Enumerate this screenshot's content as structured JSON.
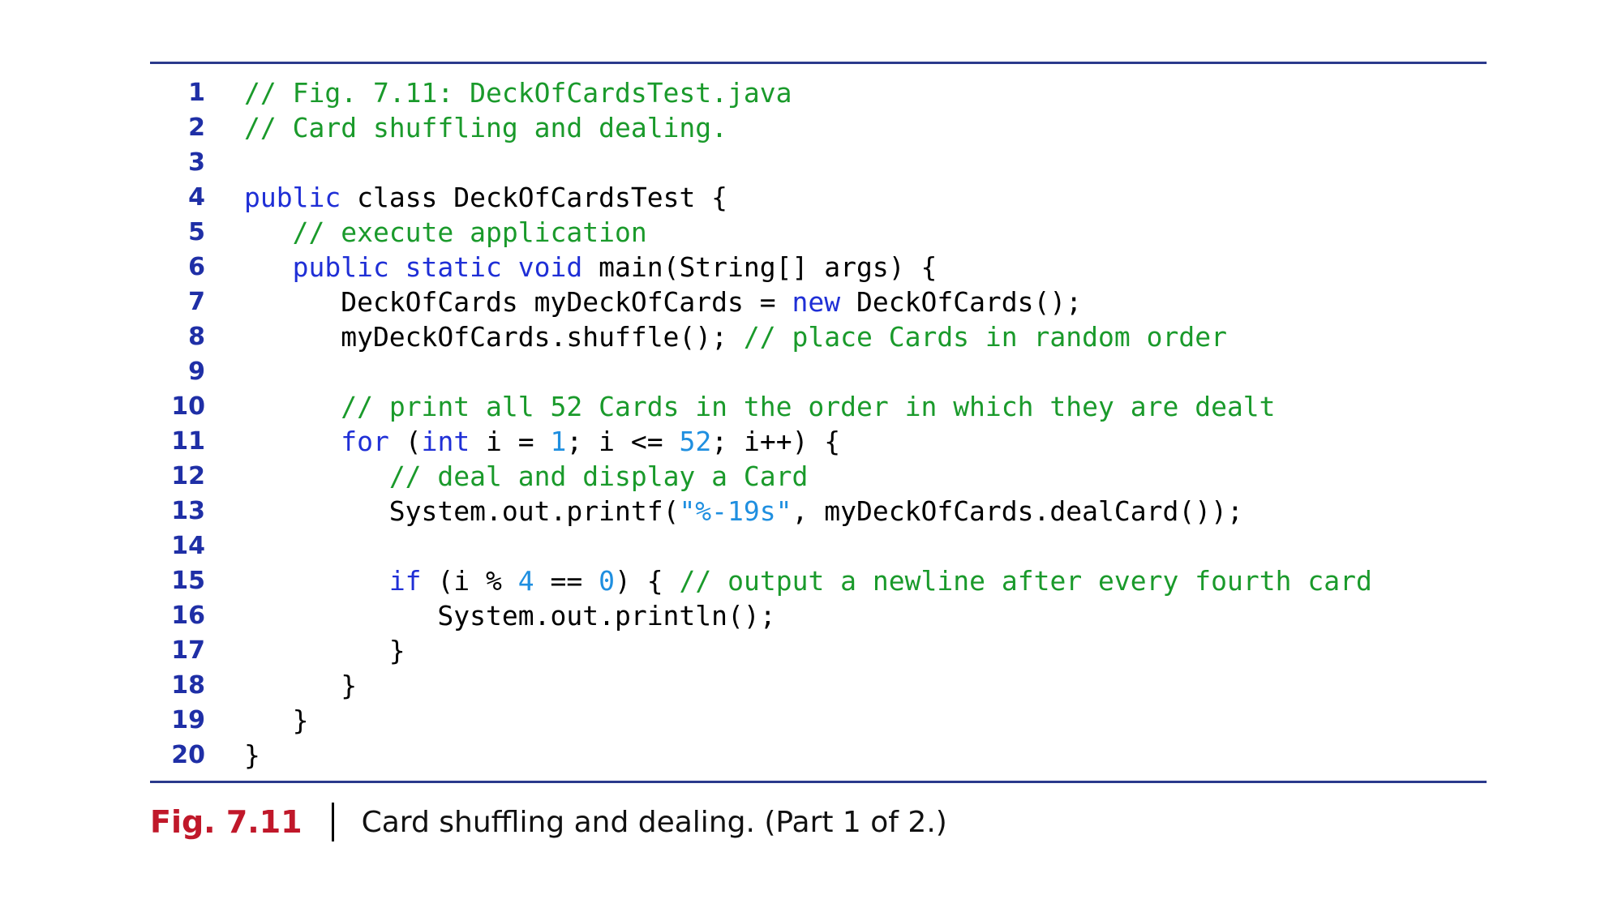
{
  "colors": {
    "rule": "#2b3a8c",
    "line_number": "#1f2fa6",
    "keyword": "#1f2fd6",
    "comment": "#1a9a2b",
    "literal": "#1f8fe0",
    "caption_label": "#c0182a"
  },
  "code": {
    "lines": [
      {
        "n": "1",
        "tokens": [
          [
            "cm",
            "// Fig. 7.11: DeckOfCardsTest.java"
          ]
        ]
      },
      {
        "n": "2",
        "tokens": [
          [
            "cm",
            "// Card shuffling and dealing."
          ]
        ]
      },
      {
        "n": "3",
        "tokens": []
      },
      {
        "n": "4",
        "tokens": [
          [
            "kw",
            "public"
          ],
          [
            "pl",
            " class DeckOfCardsTest {"
          ]
        ]
      },
      {
        "n": "5",
        "tokens": [
          [
            "pl",
            "   "
          ],
          [
            "cm",
            "// execute application"
          ]
        ]
      },
      {
        "n": "6",
        "tokens": [
          [
            "pl",
            "   "
          ],
          [
            "kw",
            "public static void"
          ],
          [
            "pl",
            " main(String[] args) {"
          ]
        ]
      },
      {
        "n": "7",
        "tokens": [
          [
            "pl",
            "      DeckOfCards myDeckOfCards = "
          ],
          [
            "kw",
            "new"
          ],
          [
            "pl",
            " DeckOfCards();"
          ]
        ]
      },
      {
        "n": "8",
        "tokens": [
          [
            "pl",
            "      myDeckOfCards.shuffle(); "
          ],
          [
            "cm",
            "// place Cards in random order"
          ]
        ]
      },
      {
        "n": "9",
        "tokens": []
      },
      {
        "n": "10",
        "tokens": [
          [
            "pl",
            "      "
          ],
          [
            "cm",
            "// print all 52 Cards in the order in which they are dealt"
          ]
        ]
      },
      {
        "n": "11",
        "tokens": [
          [
            "pl",
            "      "
          ],
          [
            "kw",
            "for"
          ],
          [
            "pl",
            " ("
          ],
          [
            "kw",
            "int"
          ],
          [
            "pl",
            " i = "
          ],
          [
            "num",
            "1"
          ],
          [
            "pl",
            "; i <= "
          ],
          [
            "num",
            "52"
          ],
          [
            "pl",
            "; i++) {"
          ]
        ]
      },
      {
        "n": "12",
        "tokens": [
          [
            "pl",
            "         "
          ],
          [
            "cm",
            "// deal and display a Card"
          ]
        ]
      },
      {
        "n": "13",
        "tokens": [
          [
            "pl",
            "         System.out.printf("
          ],
          [
            "str",
            "\"%-19s\""
          ],
          [
            "pl",
            ", myDeckOfCards.dealCard());"
          ]
        ]
      },
      {
        "n": "14",
        "tokens": []
      },
      {
        "n": "15",
        "tokens": [
          [
            "pl",
            "         "
          ],
          [
            "kw",
            "if"
          ],
          [
            "pl",
            " (i % "
          ],
          [
            "num",
            "4"
          ],
          [
            "pl",
            " == "
          ],
          [
            "num",
            "0"
          ],
          [
            "pl",
            ") { "
          ],
          [
            "cm",
            "// output a newline after every fourth card"
          ]
        ]
      },
      {
        "n": "16",
        "tokens": [
          [
            "pl",
            "            System.out.println();"
          ]
        ]
      },
      {
        "n": "17",
        "tokens": [
          [
            "pl",
            "         }"
          ]
        ]
      },
      {
        "n": "18",
        "tokens": [
          [
            "pl",
            "      }"
          ]
        ]
      },
      {
        "n": "19",
        "tokens": [
          [
            "pl",
            "   }"
          ]
        ]
      },
      {
        "n": "20",
        "tokens": [
          [
            "pl",
            "}"
          ]
        ]
      }
    ]
  },
  "caption": {
    "label": "Fig. 7.11",
    "text": "Card shuffling and dealing. (Part 1 of 2.)"
  }
}
